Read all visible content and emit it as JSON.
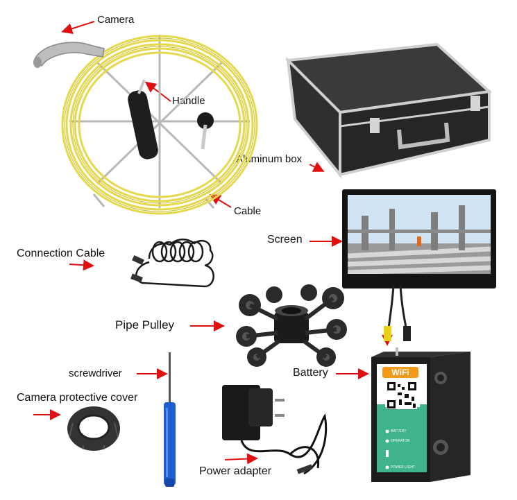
{
  "labels": {
    "camera": "Camera",
    "handle": "Handle",
    "cable": "Cable",
    "aluminum_box": "Aluminum box",
    "screen": "Screen",
    "connection_cable": "Connection Cable",
    "pipe_pulley": "Pipe Pulley",
    "screwdriver": "screwdriver",
    "battery": "Battery",
    "camera_protective_cover": "Camera protective cover",
    "power_adapter": "Power adapter"
  },
  "battery_box": {
    "wifi_badge": "WiFi",
    "indicators": [
      "BATTERY",
      "OPERATOR",
      "POWER LIGHT"
    ]
  },
  "colors": {
    "arrow": "#e01010",
    "cable_yellow": "#e5d84a",
    "case_black": "#2a2a2a",
    "battery_green": "#3fb38a",
    "screwdriver_blue": "#1d5fd1"
  }
}
